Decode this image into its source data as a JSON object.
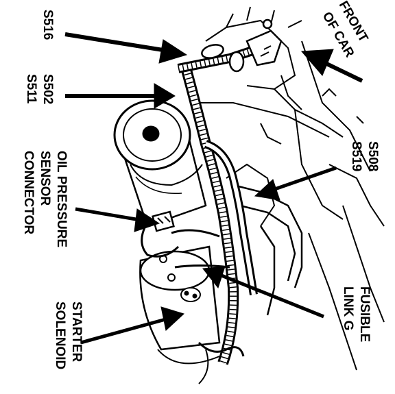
{
  "labels": {
    "front_of_car_1": "FRONT",
    "front_of_car_2": "OF CAR",
    "s516": "S516",
    "s502": "S502",
    "s511": "S511",
    "oil_1": "OIL PRESSURE",
    "oil_2": "SENSOR",
    "oil_3": "CONNECTOR",
    "s508": "S508",
    "s519": "S519",
    "fusible_1": "FUSIBLE",
    "fusible_2": "LINK G",
    "starter_1": "STARTER",
    "starter_2": "SOLENOID"
  },
  "colors": {
    "ink": "#000000",
    "paper": "#ffffff"
  }
}
